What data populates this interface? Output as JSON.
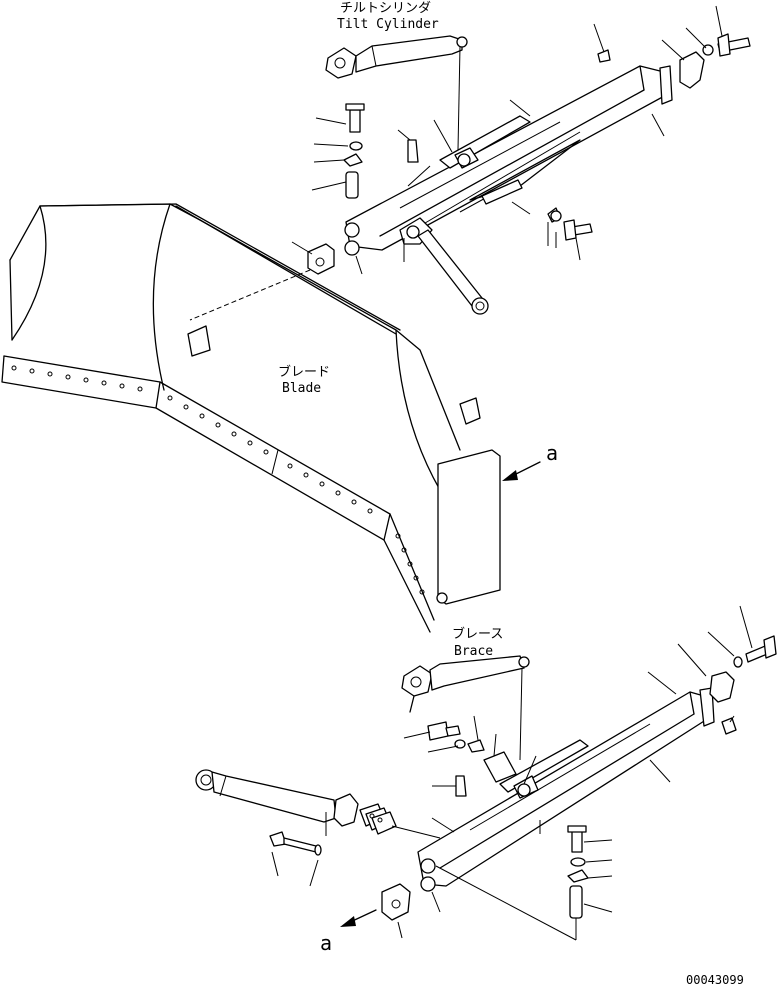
{
  "labels": {
    "tilt_cylinder_jp": "チルトシリンダ",
    "tilt_cylinder_en": "Tilt Cylinder",
    "blade_jp": "ブレード",
    "blade_en": "Blade",
    "brace_jp": "ブレース",
    "brace_en": "Brace",
    "view_a_top": "a",
    "view_a_bottom": "a",
    "drawing_number": "00043099"
  }
}
